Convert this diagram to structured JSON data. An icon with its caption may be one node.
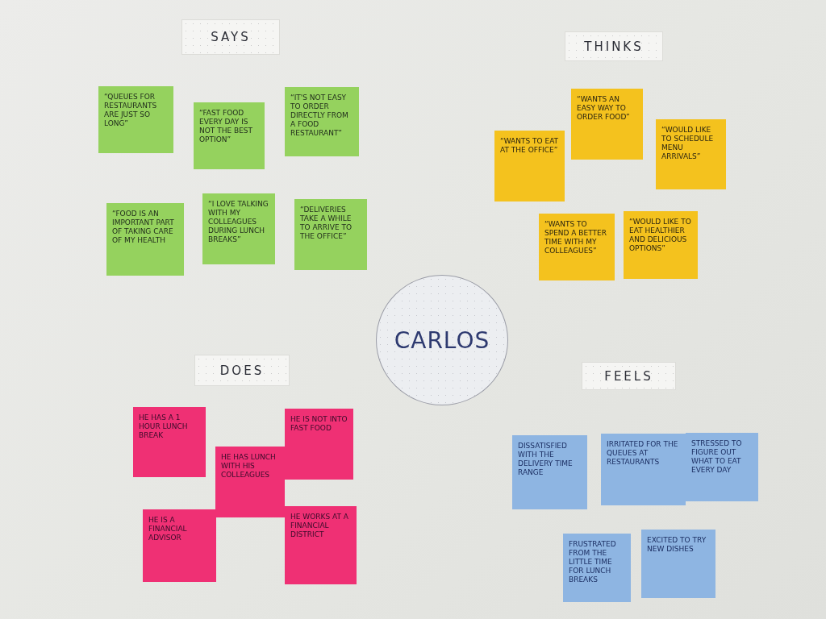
{
  "diagram": {
    "nodes": [
      {
        "text": [
          "SAYS"
        ]
      },
      {
        "text": [
          "“QUEUES FOR RESTAURANTS ARE JUST SO LONG”"
        ]
      },
      {
        "text": [
          "“FAST FOOD EVERY DAY IS NOT THE BEST OPTION”"
        ]
      },
      {
        "text": [
          "“IT'S NOT EASY TO ORDER DIRECTLY FROM A FOOD RESTAURANT”"
        ]
      },
      {
        "text": [
          "“FOOD IS AN IMPORTANT PART OF TAKING CARE OF MY HEALTH"
        ]
      },
      {
        "text": [
          "“I LOVE TALKING WITH MY COLLEAGUES DURING LUNCH BREAKS”"
        ]
      },
      {
        "text": [
          "“DELIVERIES TAKE A WHILE TO ARRIVE TO THE OFFICE”"
        ]
      },
      {
        "text": [
          "THINKS"
        ]
      },
      {
        "text": [
          "“WANTS TO EAT AT THE OFFICE”"
        ]
      },
      {
        "text": [
          "“WANTS AN EASY WAY TO ORDER FOOD”"
        ]
      },
      {
        "text": [
          "“WOULD LIKE TO SCHEDULE MENU ARRIVALS”"
        ]
      },
      {
        "text": [
          "“WANTS TO SPEND A BETTER TIME WITH MY COLLEAGUES”"
        ]
      },
      {
        "text": [
          "“WOULD LIKE TO EAT HEALTHIER AND DELICIOUS OPTIONS”"
        ]
      },
      {
        "text": [
          "CARLOS"
        ]
      },
      {
        "text": [
          "DOES"
        ]
      },
      {
        "text": [
          "HE HAS A 1 HOUR LUNCH BREAK"
        ]
      },
      {
        "text": [
          "HE HAS LUNCH WITH HIS COLLEAGUES"
        ]
      },
      {
        "text": [
          "HE IS NOT INTO FAST FOOD"
        ]
      },
      {
        "text": [
          "HE IS A FINANCIAL ADVISOR"
        ]
      },
      {
        "text": [
          "HE WORKS AT A FINANCIAL DISTRICT"
        ]
      },
      {
        "text": [
          "FEELS"
        ]
      },
      {
        "text": [
          "DISSATISFIED WITH THE DELIVERY TIME RANGE"
        ]
      },
      {
        "text": [
          "IRRITATED FOR THE QUEUES AT RESTAURANTS"
        ]
      },
      {
        "text": [
          "STRESSED TO FIGURE OUT WHAT TO EAT EVERY DAY"
        ]
      },
      {
        "text": [
          "FRUSTRATED FROM THE LITTLE TIME FOR LUNCH BREAKS"
        ]
      },
      {
        "text": [
          "EXCITED TO TRY NEW DISHES"
        ]
      }
    ]
  }
}
